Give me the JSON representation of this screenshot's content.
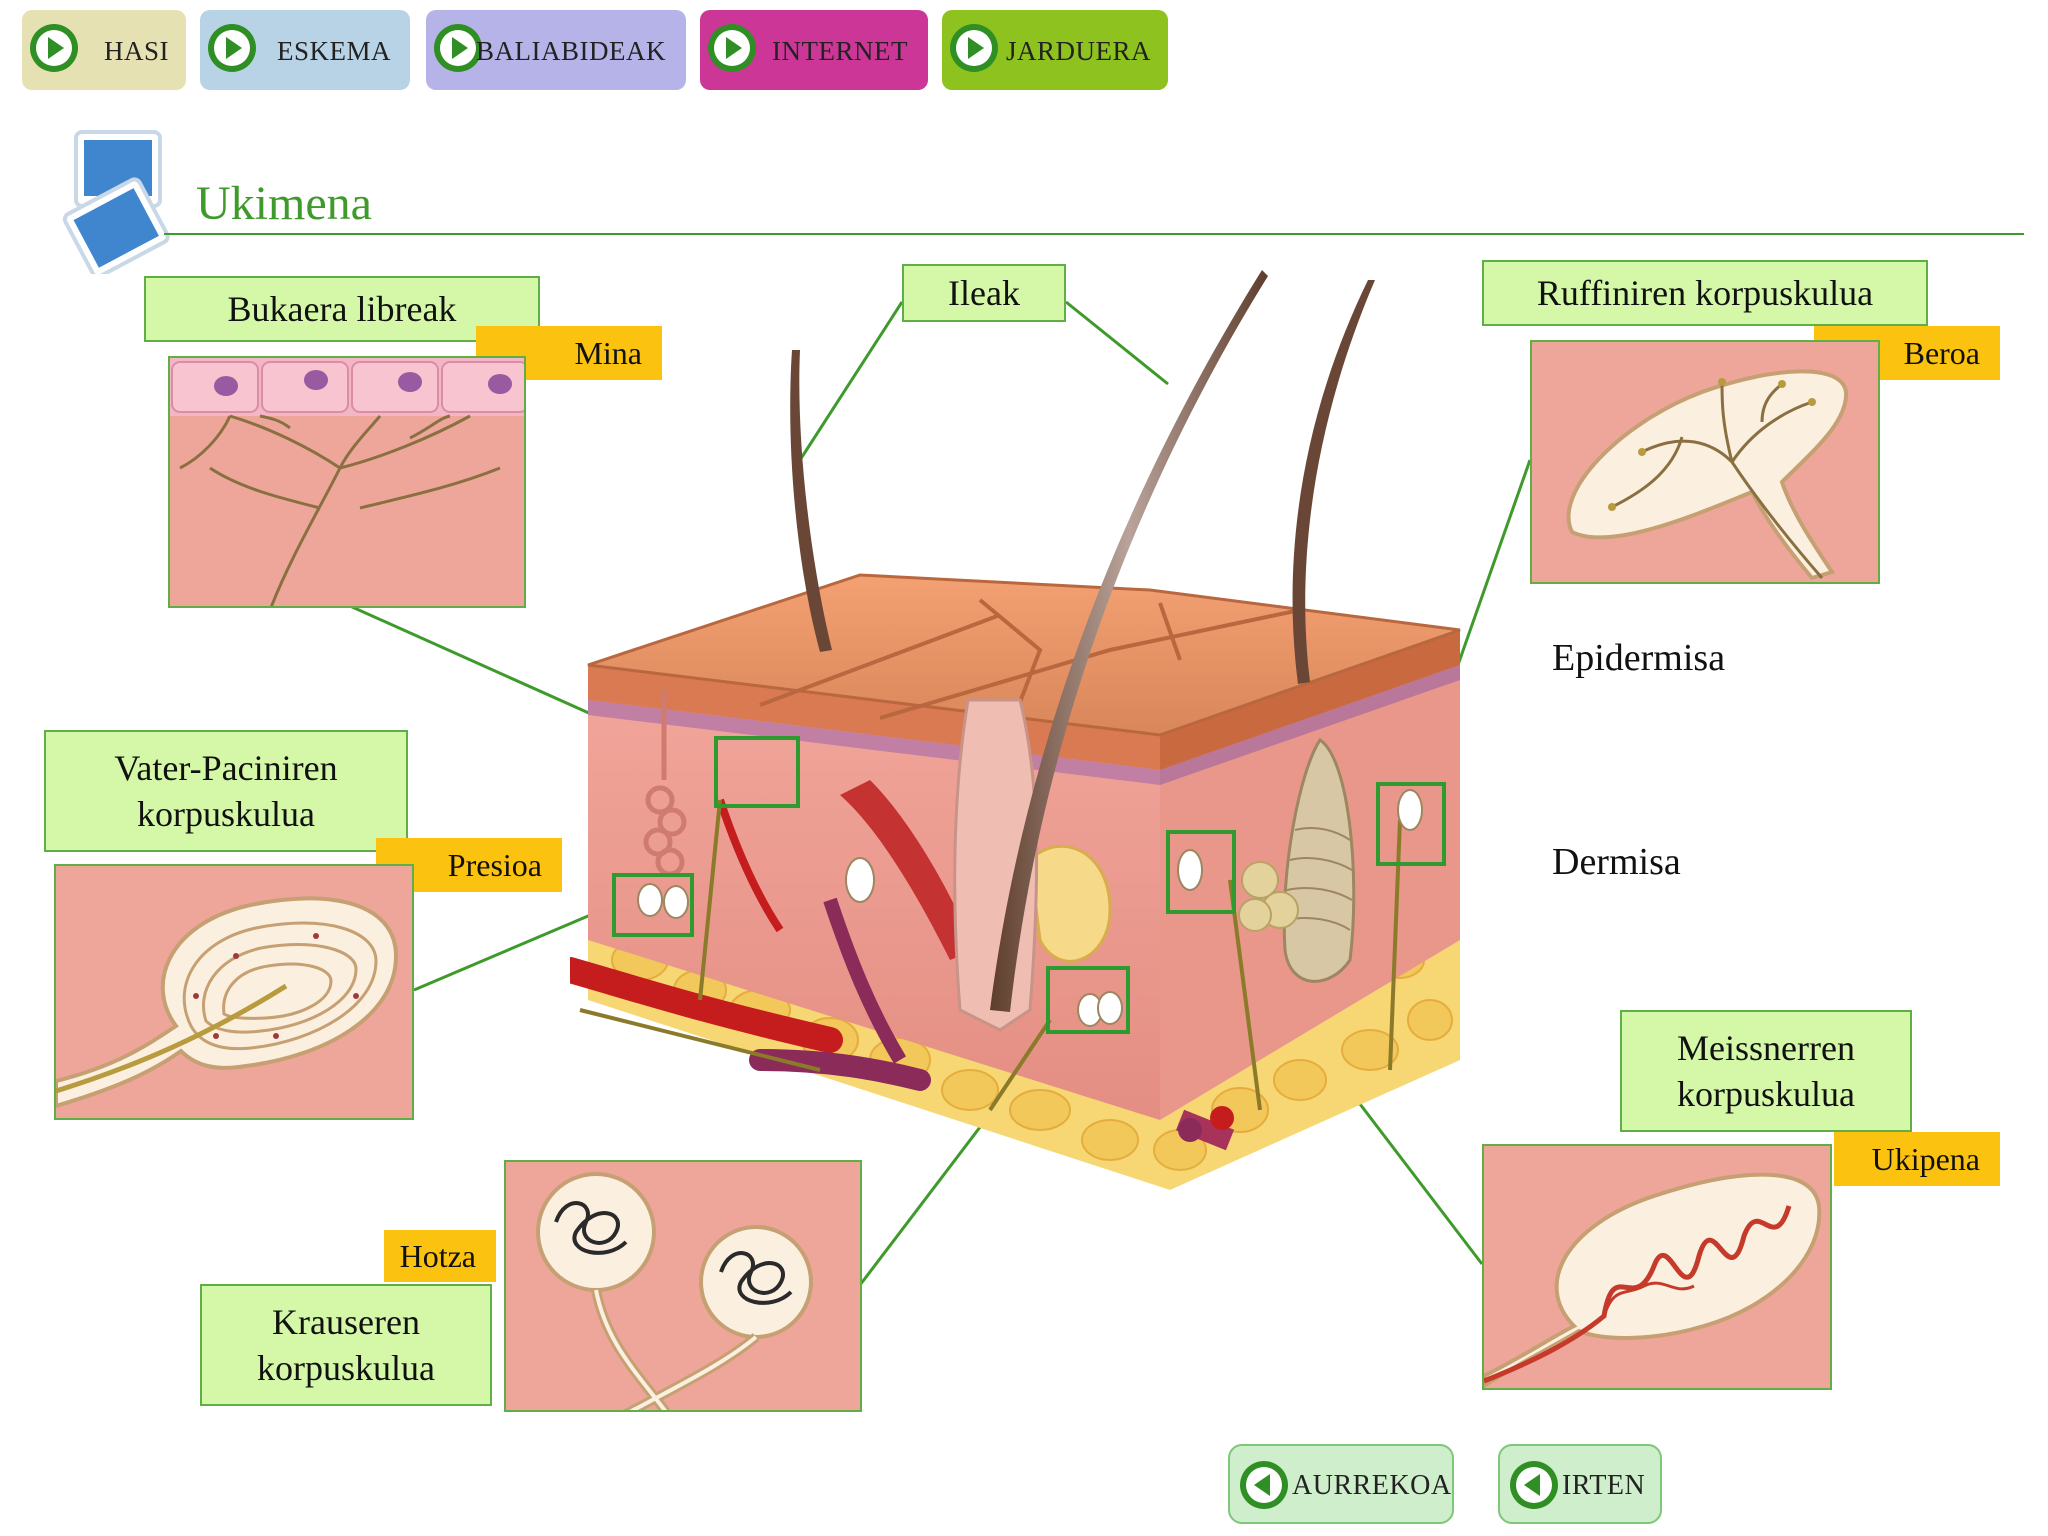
{
  "nav": {
    "hasi": "HASI",
    "eskema": "ESKEMA",
    "baliabideak": "BALIABIDEAK",
    "internet": "INTERNET",
    "jarduera": "JARDUERA"
  },
  "colors": {
    "hasi": "#e6e1b3",
    "eskema": "#b9d3e6",
    "baliabideak": "#b5b3e8",
    "internet": "#cc3697",
    "jarduera": "#8dc21f",
    "title_green": "#3f9a2c",
    "label_fill": "#d4f8a8",
    "tag_fill": "#fbc30f"
  },
  "page": {
    "title": "Ukimena"
  },
  "labels": {
    "bukaera_libreak": "Bukaera libreak",
    "ileak": "Ileak",
    "ruffini": "Ruffiniren korpuskulua",
    "vater_pacini": "Vater-Paciniren korpuskulua",
    "meissner": "Meissnerren korpuskulua",
    "krause": "Krauseren korpuskulua"
  },
  "tags": {
    "mina": "Mina",
    "beroa": "Beroa",
    "presioa": "Presioa",
    "ukipena": "Ukipena",
    "hotza": "Hotza"
  },
  "layers": {
    "epidermisa": "Epidermisa",
    "dermisa": "Dermisa"
  },
  "footer": {
    "aurrekoa": "AURREKOA",
    "irten": "IRTEN"
  },
  "icons": {
    "nav_button": "play-icon",
    "back_button": "back-icon",
    "section": "slides-icon"
  }
}
